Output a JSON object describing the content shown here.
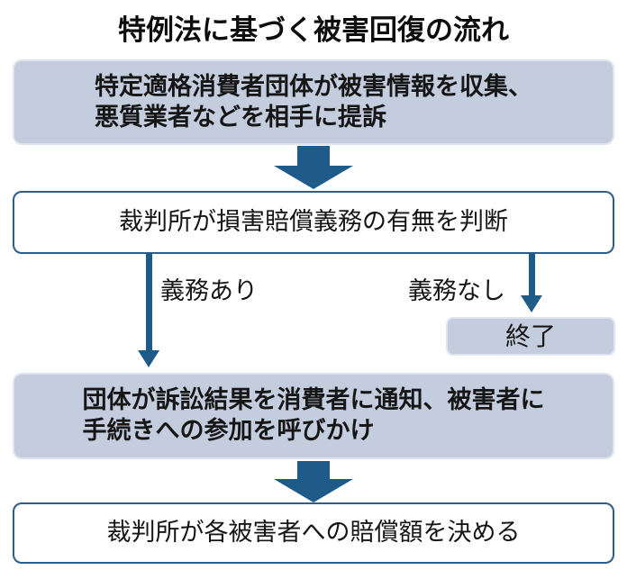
{
  "title": "特例法に基づく被害回復の流れ",
  "colors": {
    "arrow_blue": "#1e5b88",
    "filled_box_bg": "#c4cdde",
    "filled_box_border": "#dfe5f0",
    "outlined_box_border": "#2f5d8e",
    "text_color": "#161616"
  },
  "flow": {
    "step_collect": "特定適格消費者団体が被害情報を収集、\n悪質業者などを相手に提訴",
    "step_judge": "裁判所が損害賠償義務の有無を判断",
    "branch_yes_label": "義務あり",
    "branch_no_label": "義務なし",
    "end_label": "終了",
    "step_notify": "団体が訴訟結果を消費者に通知、被害者に\n手続きへの参加を呼びかけ",
    "step_decide": "裁判所が各被害者への賠償額を決める"
  }
}
